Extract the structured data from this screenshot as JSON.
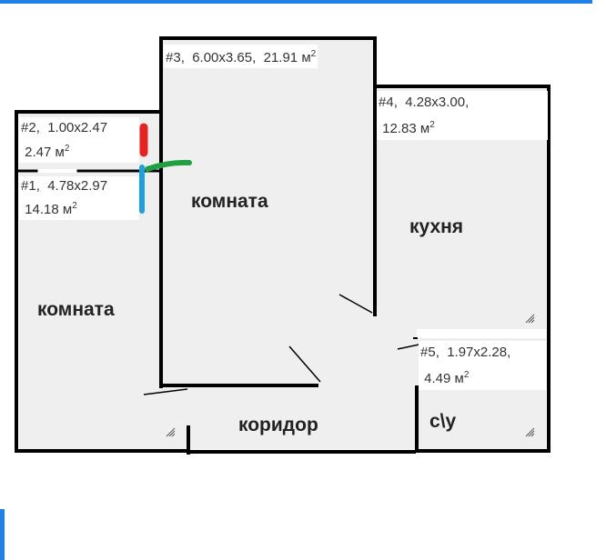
{
  "rooms": [
    {
      "id": "#1",
      "dims": "4.78x2.97",
      "area": "14.18",
      "unit": "м",
      "name": "комната"
    },
    {
      "id": "#2",
      "dims": "1.00x2.47",
      "area": "2.47",
      "unit": "м",
      "name": ""
    },
    {
      "id": "#3",
      "dims": "6.00x3.65",
      "area": "21.91",
      "unit": "м",
      "name": "комната"
    },
    {
      "id": "#4",
      "dims": "4.28x3.00",
      "area": "12.83",
      "unit": "м",
      "name": "кухня"
    },
    {
      "id": "#5",
      "dims": "1.97x2.28",
      "area": "4.49",
      "unit": "м",
      "name": "с\\у"
    }
  ],
  "corridor": {
    "name": "коридор"
  },
  "area_exponent": "2",
  "colors": {
    "wall": "#000000",
    "floor": "#efefef",
    "frame": "#1f80e8",
    "mark_red": "#e52322",
    "mark_blue": "#1ea0e0",
    "mark_green": "#20a040"
  }
}
